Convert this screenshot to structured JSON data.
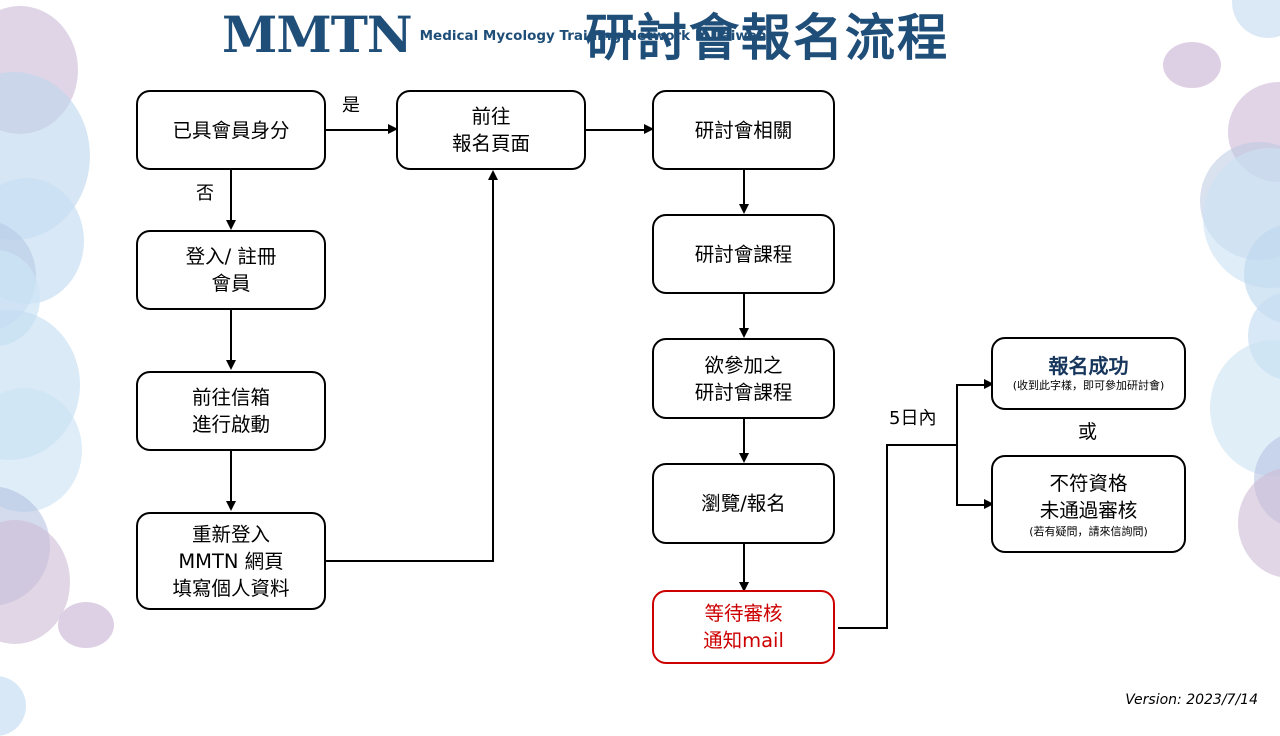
{
  "header": {
    "logo_mark": "MMTN",
    "logo_tagline_line1": "Medical Mycology",
    "logo_tagline_line2": "Training Network",
    "logo_tagline_line3": "In Taiwan",
    "title": "研討會報名流程",
    "brand_color": "#1F4E79"
  },
  "flow": {
    "nodes": {
      "member_check": {
        "line1": "已具會員身分"
      },
      "goto_signup": {
        "line1": "前往",
        "line2": "報名頁面"
      },
      "login_register": {
        "line1": "登入/ 註冊",
        "line2": "會員"
      },
      "activate_mail": {
        "line1": "前往信箱",
        "line2": "進行啟動"
      },
      "relogin_profile": {
        "line1": "重新登入",
        "line2": "MMTN 網頁",
        "line3": "填寫個人資料"
      },
      "seminar_related": {
        "line1": "研討會相關"
      },
      "seminar_course": {
        "line1": "研討會課程"
      },
      "desired_course": {
        "line1": "欲參加之",
        "line2": "研討會課程"
      },
      "browse_signup": {
        "line1": "瀏覽/報名"
      },
      "await_review": {
        "line1": "等待審核",
        "line2": "通知mail",
        "color": "#CC0000"
      },
      "success": {
        "line1": "報名成功",
        "note": "(收到此字樣，即可參加研討會)",
        "color": "#17365D"
      },
      "rejected": {
        "line1": "不符資格",
        "line2": "未通過審核",
        "note": "(若有疑問，請來信詢問)"
      }
    },
    "edge_labels": {
      "yes": "是",
      "no": "否",
      "within_5_days": "5日內",
      "or": "或"
    }
  },
  "footer": {
    "version": "Version: 2023/7/14"
  }
}
